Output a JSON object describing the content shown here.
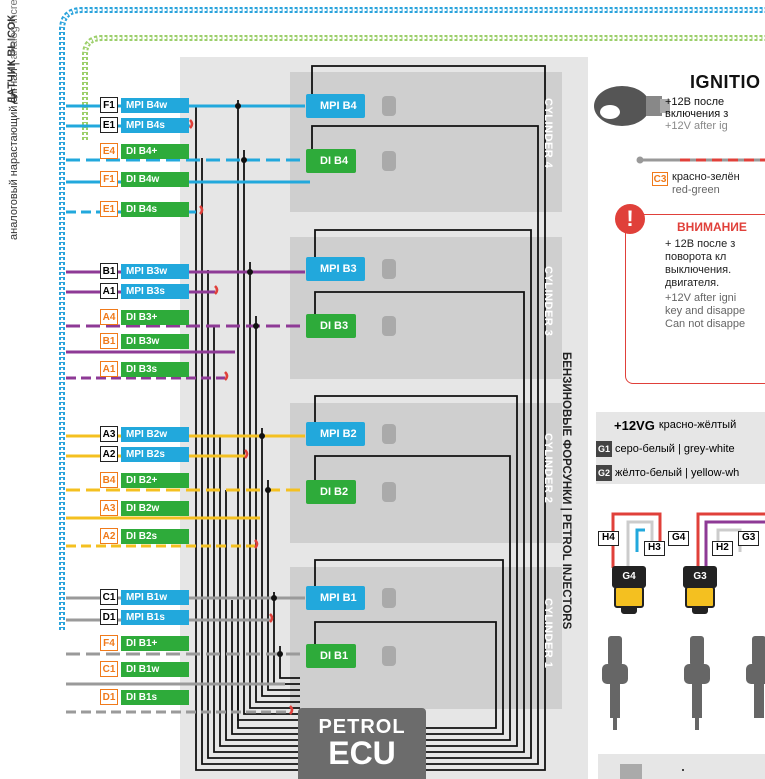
{
  "side_labels": {
    "title": "ДАТЧИК ВЫСОК",
    "subtitle_ru": "аналоговый нарастающий сигнал",
    "subtitle_en": "analog increasing signal"
  },
  "injectors_title": "БЕНЗИНОВЫЕ ФОРСУНКИ | PETROL INJECTORS",
  "cylinders": [
    "CYLINDER 4",
    "CYLINDER 3",
    "CYLINDER 2",
    "CYLINDER 1"
  ],
  "wire_labels": [
    {
      "pin": "F1",
      "tag": "MPI B4w",
      "kind": "mpi",
      "pin_color": "black"
    },
    {
      "pin": "E1",
      "tag": "MPI B4s",
      "kind": "mpi",
      "pin_color": "black"
    },
    {
      "pin": "E4",
      "tag": "DI B4+",
      "kind": "di",
      "pin_color": "orange"
    },
    {
      "pin": "F1",
      "tag": "DI B4w",
      "kind": "di",
      "pin_color": "orange"
    },
    {
      "pin": "E1",
      "tag": "DI B4s",
      "kind": "di",
      "pin_color": "orange"
    },
    {
      "pin": "B1",
      "tag": "MPI B3w",
      "kind": "mpi",
      "pin_color": "black"
    },
    {
      "pin": "A1",
      "tag": "MPI B3s",
      "kind": "mpi",
      "pin_color": "black"
    },
    {
      "pin": "A4",
      "tag": "DI B3+",
      "kind": "di",
      "pin_color": "orange"
    },
    {
      "pin": "B1",
      "tag": "DI B3w",
      "kind": "di",
      "pin_color": "orange"
    },
    {
      "pin": "A1",
      "tag": "DI B3s",
      "kind": "di",
      "pin_color": "orange"
    },
    {
      "pin": "A3",
      "tag": "MPI B2w",
      "kind": "mpi",
      "pin_color": "black"
    },
    {
      "pin": "A2",
      "tag": "MPI B2s",
      "kind": "mpi",
      "pin_color": "black"
    },
    {
      "pin": "B4",
      "tag": "DI B2+",
      "kind": "di",
      "pin_color": "orange"
    },
    {
      "pin": "A3",
      "tag": "DI B2w",
      "kind": "di",
      "pin_color": "orange"
    },
    {
      "pin": "A2",
      "tag": "DI B2s",
      "kind": "di",
      "pin_color": "orange"
    },
    {
      "pin": "C1",
      "tag": "MPI B1w",
      "kind": "mpi",
      "pin_color": "black"
    },
    {
      "pin": "D1",
      "tag": "MPI B1s",
      "kind": "mpi",
      "pin_color": "black"
    },
    {
      "pin": "F4",
      "tag": "DI B1+",
      "kind": "di",
      "pin_color": "orange"
    },
    {
      "pin": "C1",
      "tag": "DI B1w",
      "kind": "di",
      "pin_color": "orange"
    },
    {
      "pin": "D1",
      "tag": "DI B1s",
      "kind": "di",
      "pin_color": "orange"
    }
  ],
  "injector_boxes": [
    {
      "label": "MPI B4",
      "kind": "mpi"
    },
    {
      "label": "DI B4",
      "kind": "di"
    },
    {
      "label": "MPI B3",
      "kind": "mpi"
    },
    {
      "label": "DI B3",
      "kind": "di"
    },
    {
      "label": "MPI B2",
      "kind": "mpi"
    },
    {
      "label": "DI B2",
      "kind": "di"
    },
    {
      "label": "MPI B1",
      "kind": "mpi"
    },
    {
      "label": "DI B1",
      "kind": "di"
    }
  ],
  "ecu": {
    "line1": "PETROL",
    "line2": "ECU"
  },
  "ignition": {
    "title": "IGNITIO",
    "line1": "+12В после",
    "line2": "включения з",
    "line3": "+12V after ig"
  },
  "c3": {
    "pin": "C3",
    "text_ru": "красно-зелён",
    "text_en": "red-green"
  },
  "warning": {
    "title": "ВНИМАНИЕ",
    "lines": [
      "+ 12В после з",
      "поворота кл",
      "выключения.",
      "двигателя.",
      "+12V after igni",
      "key and disappe",
      "Can not disappe"
    ]
  },
  "power": {
    "vg_label": "+12VG",
    "vg_text": "красно-жёлтый",
    "g1_code": "G1",
    "g1_text": "серо-белый | grey-white",
    "g2_code": "G2",
    "g2_text": "жёлто-белый | yellow-wh"
  },
  "connectors": {
    "top_labels": [
      "H4",
      "H3",
      "G4",
      "H2",
      "G3"
    ],
    "plugs": [
      "G4",
      "G3"
    ]
  },
  "colors": {
    "blue": "#22a8dc",
    "green": "#2eab3a",
    "purple": "#8e3a96",
    "yellow": "#f4c020",
    "grey": "#9a9a9a",
    "cylinder_bg": "#cfcfcf",
    "warning": "#e0403a",
    "orange": "#f07a1a"
  }
}
